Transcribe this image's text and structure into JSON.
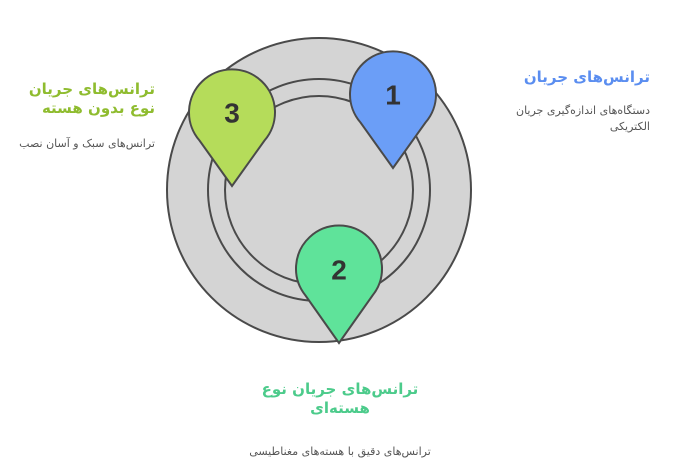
{
  "pins": [
    {
      "number": "1",
      "title": "ترانس‌های جریان",
      "description": "دستگاه‌های اندازه‌گیری جریان الکتریکی",
      "fill": "#6b9ef7",
      "stroke": "#4a4a4a",
      "title_color": "#5b8ef0"
    },
    {
      "number": "2",
      "title": "ترانس‌های جریان نوع هسته‌ای",
      "description": "ترانس‌های دقیق با هسته‌های مغناطیسی",
      "fill": "#5fe39a",
      "stroke": "#4a4a4a",
      "title_color": "#4ccb8b"
    },
    {
      "number": "3",
      "title": "ترانس‌های جریان نوع بدون هسته",
      "description": "ترانس‌های سبک و آسان نصب",
      "fill": "#b5dc5a",
      "stroke": "#4a4a4a",
      "title_color": "#8fbc2f"
    }
  ],
  "rings": {
    "fill": "#d4d4d4",
    "stroke": "#4a4a4a"
  }
}
